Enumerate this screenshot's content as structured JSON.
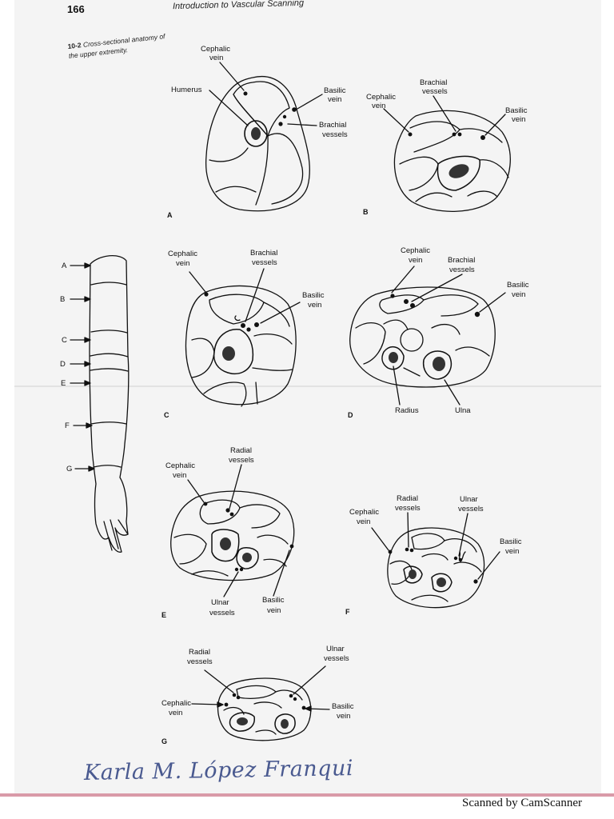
{
  "page": {
    "number": "166",
    "running_head": "Introduction to Vascular Scanning",
    "caption_id": "10-2",
    "caption_text": "Cross-sectional anatomy of the upper extremity."
  },
  "figure": {
    "panels": {
      "A": {
        "letter": "A",
        "labels": {
          "cephalic": [
            "Cephalic",
            "vein"
          ],
          "humerus": "Humerus",
          "basilic": [
            "Basilic",
            "vein"
          ],
          "brachial": [
            "Brachial",
            "vessels"
          ]
        }
      },
      "B": {
        "letter": "B",
        "labels": {
          "cephalic": [
            "Cephalic",
            "vein"
          ],
          "brachial": [
            "Brachial",
            "vessels"
          ],
          "basilic": [
            "Basilic",
            "vein"
          ]
        }
      },
      "C": {
        "letter": "C",
        "labels": {
          "cephalic": [
            "Cephalic",
            "vein"
          ],
          "brachial": [
            "Brachial",
            "vessels"
          ],
          "basilic": [
            "Basilic",
            "vein"
          ]
        }
      },
      "D": {
        "letter": "D",
        "labels": {
          "cephalic": [
            "Cephalic",
            "vein"
          ],
          "brachial": [
            "Brachial",
            "vessels"
          ],
          "basilic": [
            "Basilic",
            "vein"
          ],
          "radius": "Radius",
          "ulna": "Ulna"
        }
      },
      "E": {
        "letter": "E",
        "labels": {
          "radial": [
            "Radial",
            "vessels"
          ],
          "cephalic": [
            "Cephalic",
            "vein"
          ],
          "ulnar": [
            "Ulnar",
            "vessels"
          ],
          "basilic": [
            "Basilic",
            "vein"
          ]
        }
      },
      "F": {
        "letter": "F",
        "labels": {
          "radial": [
            "Radial",
            "vessels"
          ],
          "ulnar": [
            "Ulnar",
            "vessels"
          ],
          "cephalic": [
            "Cephalic",
            "vein"
          ],
          "basilic": [
            "Basilic",
            "vein"
          ]
        }
      },
      "G": {
        "letter": "G",
        "labels": {
          "radial": [
            "Radial",
            "vessels"
          ],
          "ulnar": [
            "Ulnar",
            "vessels"
          ],
          "cephalic": [
            "Cephalic",
            "vein"
          ],
          "basilic": [
            "Basilic",
            "vein"
          ]
        }
      }
    },
    "arm_levels": [
      "A",
      "B",
      "C",
      "D",
      "E",
      "F",
      "G"
    ]
  },
  "signature": "Karla M. López Franqui",
  "watermark": "Scanned by CamScanner",
  "colors": {
    "ink": "#111111",
    "signature_ink": "#4a5a90",
    "paper": "#f4f4f4"
  }
}
